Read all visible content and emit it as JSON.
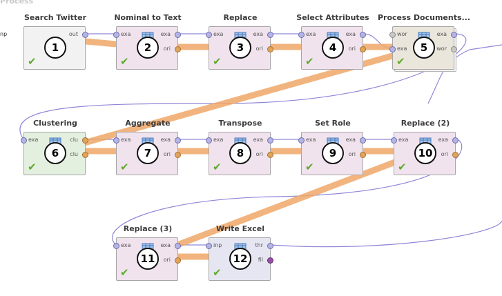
{
  "panel_title": "Process",
  "left_port_fragment": "np",
  "status_icon": "green-checkmark-icon",
  "operators": [
    {
      "id": "search-twitter",
      "name": "Search Twitter",
      "number": "1",
      "ports_in": [],
      "ports_out": [
        "out"
      ],
      "color": "#f2f2f2"
    },
    {
      "id": "nominal-to-text",
      "name": "Nominal to Text",
      "number": "2",
      "ports_in": [
        "exa"
      ],
      "ports_out": [
        "exa",
        "ori"
      ],
      "color": "#f1e3ee"
    },
    {
      "id": "replace",
      "name": "Replace",
      "number": "3",
      "ports_in": [
        "exa"
      ],
      "ports_out": [
        "exa",
        "ori"
      ],
      "color": "#f1e3ee"
    },
    {
      "id": "select-attributes",
      "name": "Select Attributes",
      "number": "4",
      "ports_in": [
        "exa"
      ],
      "ports_out": [
        "exa",
        "ori"
      ],
      "color": "#f1e3ee"
    },
    {
      "id": "process-documents",
      "name": "Process Documents...",
      "number": "5",
      "ports_in": [
        "wor",
        "exa"
      ],
      "ports_out": [
        "exa",
        "wor"
      ],
      "color": "#ebe6dc"
    },
    {
      "id": "clustering",
      "name": "Clustering",
      "number": "6",
      "ports_in": [
        "exa"
      ],
      "ports_out": [
        "clu",
        "clu"
      ],
      "color": "#e4f0df"
    },
    {
      "id": "aggregate",
      "name": "Aggregate",
      "number": "7",
      "ports_in": [
        "exa"
      ],
      "ports_out": [
        "exa",
        "ori"
      ],
      "color": "#f1e3ee"
    },
    {
      "id": "transpose",
      "name": "Transpose",
      "number": "8",
      "ports_in": [
        "exa"
      ],
      "ports_out": [
        "exa",
        "ori"
      ],
      "color": "#f1e3ee"
    },
    {
      "id": "set-role",
      "name": "Set Role",
      "number": "9",
      "ports_in": [
        "exa"
      ],
      "ports_out": [
        "exa",
        "ori"
      ],
      "color": "#f1e3ee"
    },
    {
      "id": "replace-2",
      "name": "Replace (2)",
      "number": "10",
      "ports_in": [
        "exa"
      ],
      "ports_out": [
        "exa",
        "ori"
      ],
      "color": "#f1e3ee"
    },
    {
      "id": "replace-3",
      "name": "Replace (3)",
      "number": "11",
      "ports_in": [
        "exa"
      ],
      "ports_out": [
        "exa",
        "ori"
      ],
      "color": "#f1e3ee"
    },
    {
      "id": "write-excel",
      "name": "Write Excel",
      "number": "12",
      "ports_in": [
        "inp"
      ],
      "ports_out": [
        "thr",
        "fil"
      ],
      "color": "#e6e6f2"
    }
  ],
  "wire_colors": {
    "data": "#f0a868",
    "meta": "#8f86d6"
  }
}
